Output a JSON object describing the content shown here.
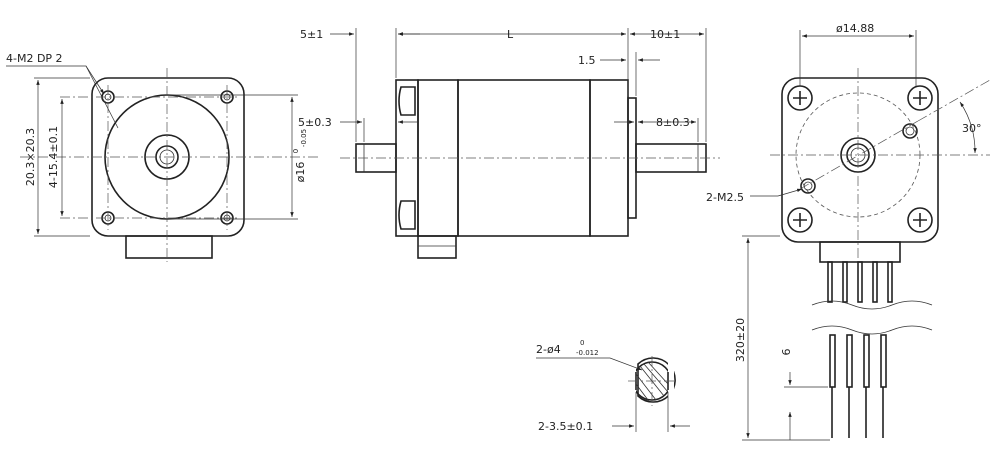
{
  "front_view": {
    "hole_callout": "4-M2 DP 2",
    "frame_size": "20.3×20.3",
    "hole_spacing": "4-15.4±0.1",
    "pilot_diameter": "ø16",
    "pilot_tol_upper": "0",
    "pilot_tol_lower": "-0.05"
  },
  "side_view": {
    "rear_shaft_length": "5±1",
    "body_length": "L",
    "front_shaft_length": "10±1",
    "pilot_thickness": "1.5",
    "rear_flat_length": "5±0.3",
    "front_flat_length": "8±0.3"
  },
  "rear_view": {
    "pcd_diameter": "ø14.88",
    "angle": "30°",
    "screw_callout": "2-M2.5"
  },
  "shaft_section": {
    "diameter": "2-ø4",
    "tol_upper": "0",
    "tol_lower": "-0.012",
    "flat": "2-3.5±0.1"
  },
  "leads": {
    "lead_length": "320±20",
    "strip_length": "6"
  }
}
